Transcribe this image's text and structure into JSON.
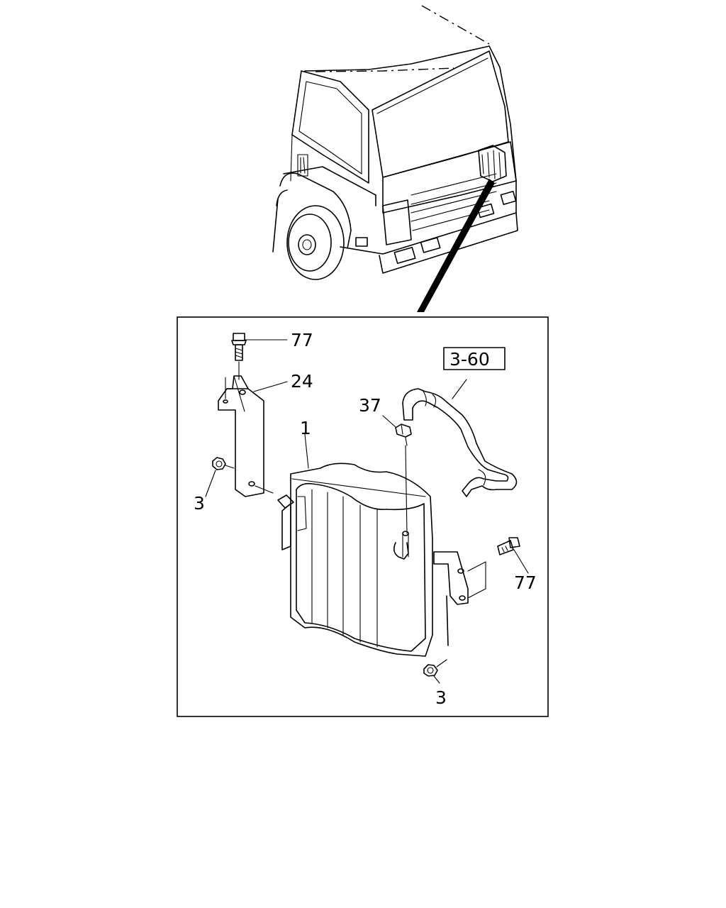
{
  "callouts": {
    "bolt_top": "77",
    "bracket_left": "24",
    "hose_ref": "3-60",
    "clip": "37",
    "tank": "1",
    "nut_left": "3",
    "bolt_right": "77",
    "nut_bottom": "3"
  }
}
